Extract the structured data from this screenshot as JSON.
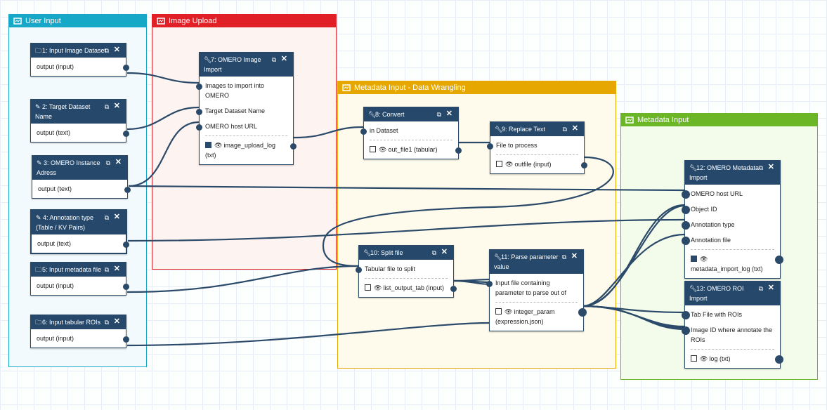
{
  "frames": {
    "user": "User Input",
    "upload": "Image Upload",
    "meta": "Metadata Input - Data Wrangling",
    "mi": "Metadata Input"
  },
  "nodes": {
    "n1": {
      "title": "1: Input Image Dataset",
      "out": "output (input)"
    },
    "n2": {
      "title": "2: Target Dataset Name",
      "out": "output (text)"
    },
    "n3": {
      "title": "3: OMERO Instance Adress",
      "out": "output (text)"
    },
    "n4": {
      "title": "4: Annotation type (Table / KV Pairs)",
      "out": "output (text)"
    },
    "n5": {
      "title": "5: Input metadata file",
      "out": "output (input)"
    },
    "n6": {
      "title": "6: Input tabular ROIs",
      "out": "output (input)"
    },
    "n7": {
      "title": "7: OMERO Image Import",
      "in1": "Images to import into OMERO",
      "in2": "Target Dataset Name",
      "in3": "OMERO host URL",
      "out": "image_upload_log (txt)"
    },
    "n8": {
      "title": "8: Convert",
      "in1": "in Dataset",
      "out": "out_file1 (tabular)"
    },
    "n9": {
      "title": "9: Replace Text",
      "in1": "File to process",
      "out": "outfile (input)"
    },
    "n10": {
      "title": "10: Split file",
      "in1": "Tabular file to split",
      "out": "list_output_tab (input)"
    },
    "n11": {
      "title": "11: Parse parameter value",
      "in1": "Input file containing parameter to parse out of",
      "out": "integer_param (expression.json)"
    },
    "n12": {
      "title": "12: OMERO Metadata Import",
      "in1": "OMERO host URL",
      "in2": "Object ID",
      "in3": "Annotation type",
      "in4": "Annotation file",
      "out": "metadata_import_log (txt)"
    },
    "n13": {
      "title": "13: OMERO ROI Import",
      "in1": "Tab File with ROIs",
      "in2": "Image ID where annotate the ROIs",
      "out": "log (txt)"
    }
  },
  "icons": {
    "frame": "frame-icon",
    "folder": "folder-icon",
    "pencil": "pencil-icon",
    "wrench": "wrench-icon",
    "copy": "copy-icon",
    "close": "close-icon",
    "eye": "eye-icon"
  },
  "colors": {
    "user": "#17a7c7",
    "upload": "#e01f27",
    "meta": "#e6a800",
    "mi": "#6ab626",
    "node_header": "#26496b",
    "wire": "#2b4a6a"
  }
}
